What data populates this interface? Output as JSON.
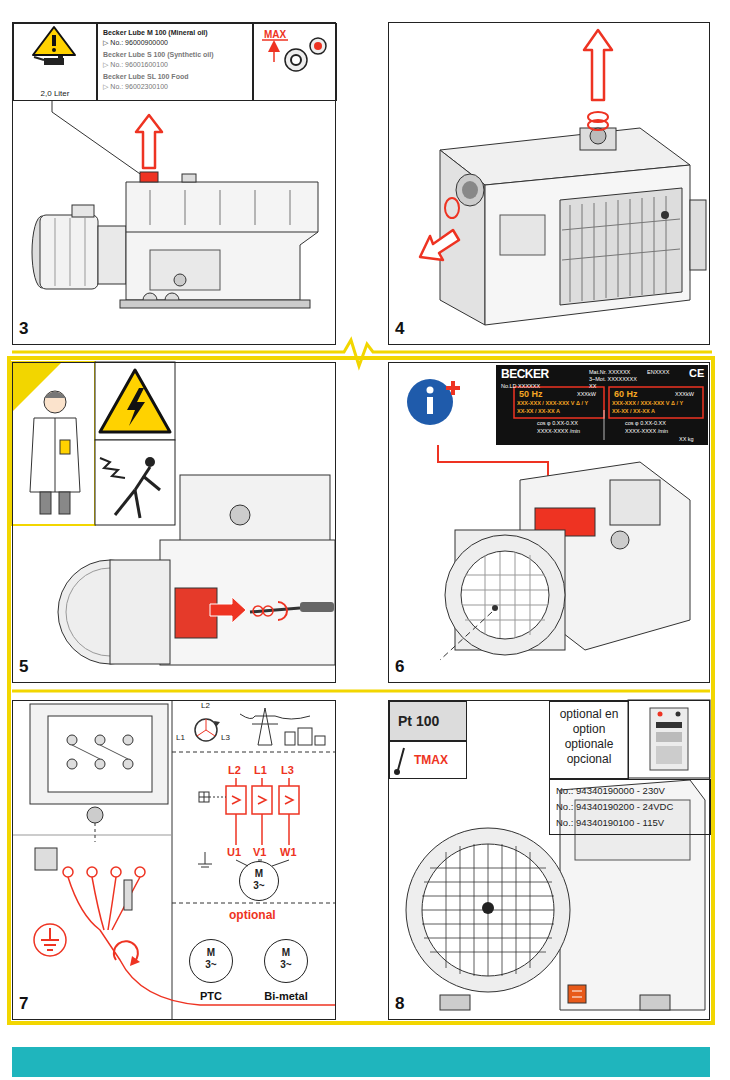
{
  "diagram": {
    "nodes": [
      {
        "text": [
          "3"
        ]
      },
      {
        "text": [
          "2,0 Liter"
        ],
        "in": 0
      },
      {
        "text": [
          "Becker Lube M 100 (Mineral oil)",
          "▷ No.: 96000900000",
          "Becker Lube S 100 (Synthetic oil)",
          "▷ No.: 96001600100",
          "Becker Lube SL 100 Food",
          "▷ No.: 96002300100"
        ],
        "in": 0
      },
      {
        "text": [
          "MAX"
        ],
        "in": 0
      },
      {
        "text": [
          "4"
        ]
      },
      {
        "text": [
          "5"
        ]
      },
      {
        "text": [
          "6"
        ]
      },
      {
        "text": [
          "BECKER",
          "Mat.Nr. XXXXXX",
          "ENXXXX",
          "CE",
          "No.LD XXXXXX",
          "3~Mot. XXXXXXXX",
          "XX",
          "50 Hz",
          "XXXkW",
          "XXX-XXX / XXX-XXX V Δ / Y",
          "XX-XX / XX-XX A",
          "cos φ 0.XX-0.XX",
          "XXXX-XXXX /min",
          "60 Hz",
          "XXXkW",
          "XXX-XXX / XXX-XXX V Δ / Y",
          "XX-XX / XX-XX A",
          "cos φ 0.XX-0.XX",
          "XXXX-XXXX /min",
          "XX kg"
        ],
        "in": 6
      },
      {
        "text": [
          "7"
        ]
      },
      {
        "text": [
          "M",
          "3~"
        ],
        "in": 8
      },
      {
        "text": [
          "M",
          "3~",
          "PTC"
        ],
        "in": 8
      },
      {
        "text": [
          "M",
          "3~",
          "Bi-metal"
        ],
        "in": 8
      },
      {
        "text": [
          "8"
        ]
      },
      {
        "text": [
          "Pt 100"
        ],
        "in": 12
      },
      {
        "text": [
          "TMAX"
        ],
        "in": 12
      },
      {
        "text": [
          "optional en option optionale opcional"
        ],
        "in": 12
      },
      {
        "text": [
          "No.: 94340190000 - 230V",
          "No.: 94340190200 - 24VDC",
          "No.: 94340190100 - 115V"
        ],
        "in": 12
      }
    ],
    "labels": [
      "L2",
      "L1",
      "L3",
      "L2",
      "L1",
      "L3",
      "U1",
      "V1",
      "W1",
      "optional"
    ]
  }
}
